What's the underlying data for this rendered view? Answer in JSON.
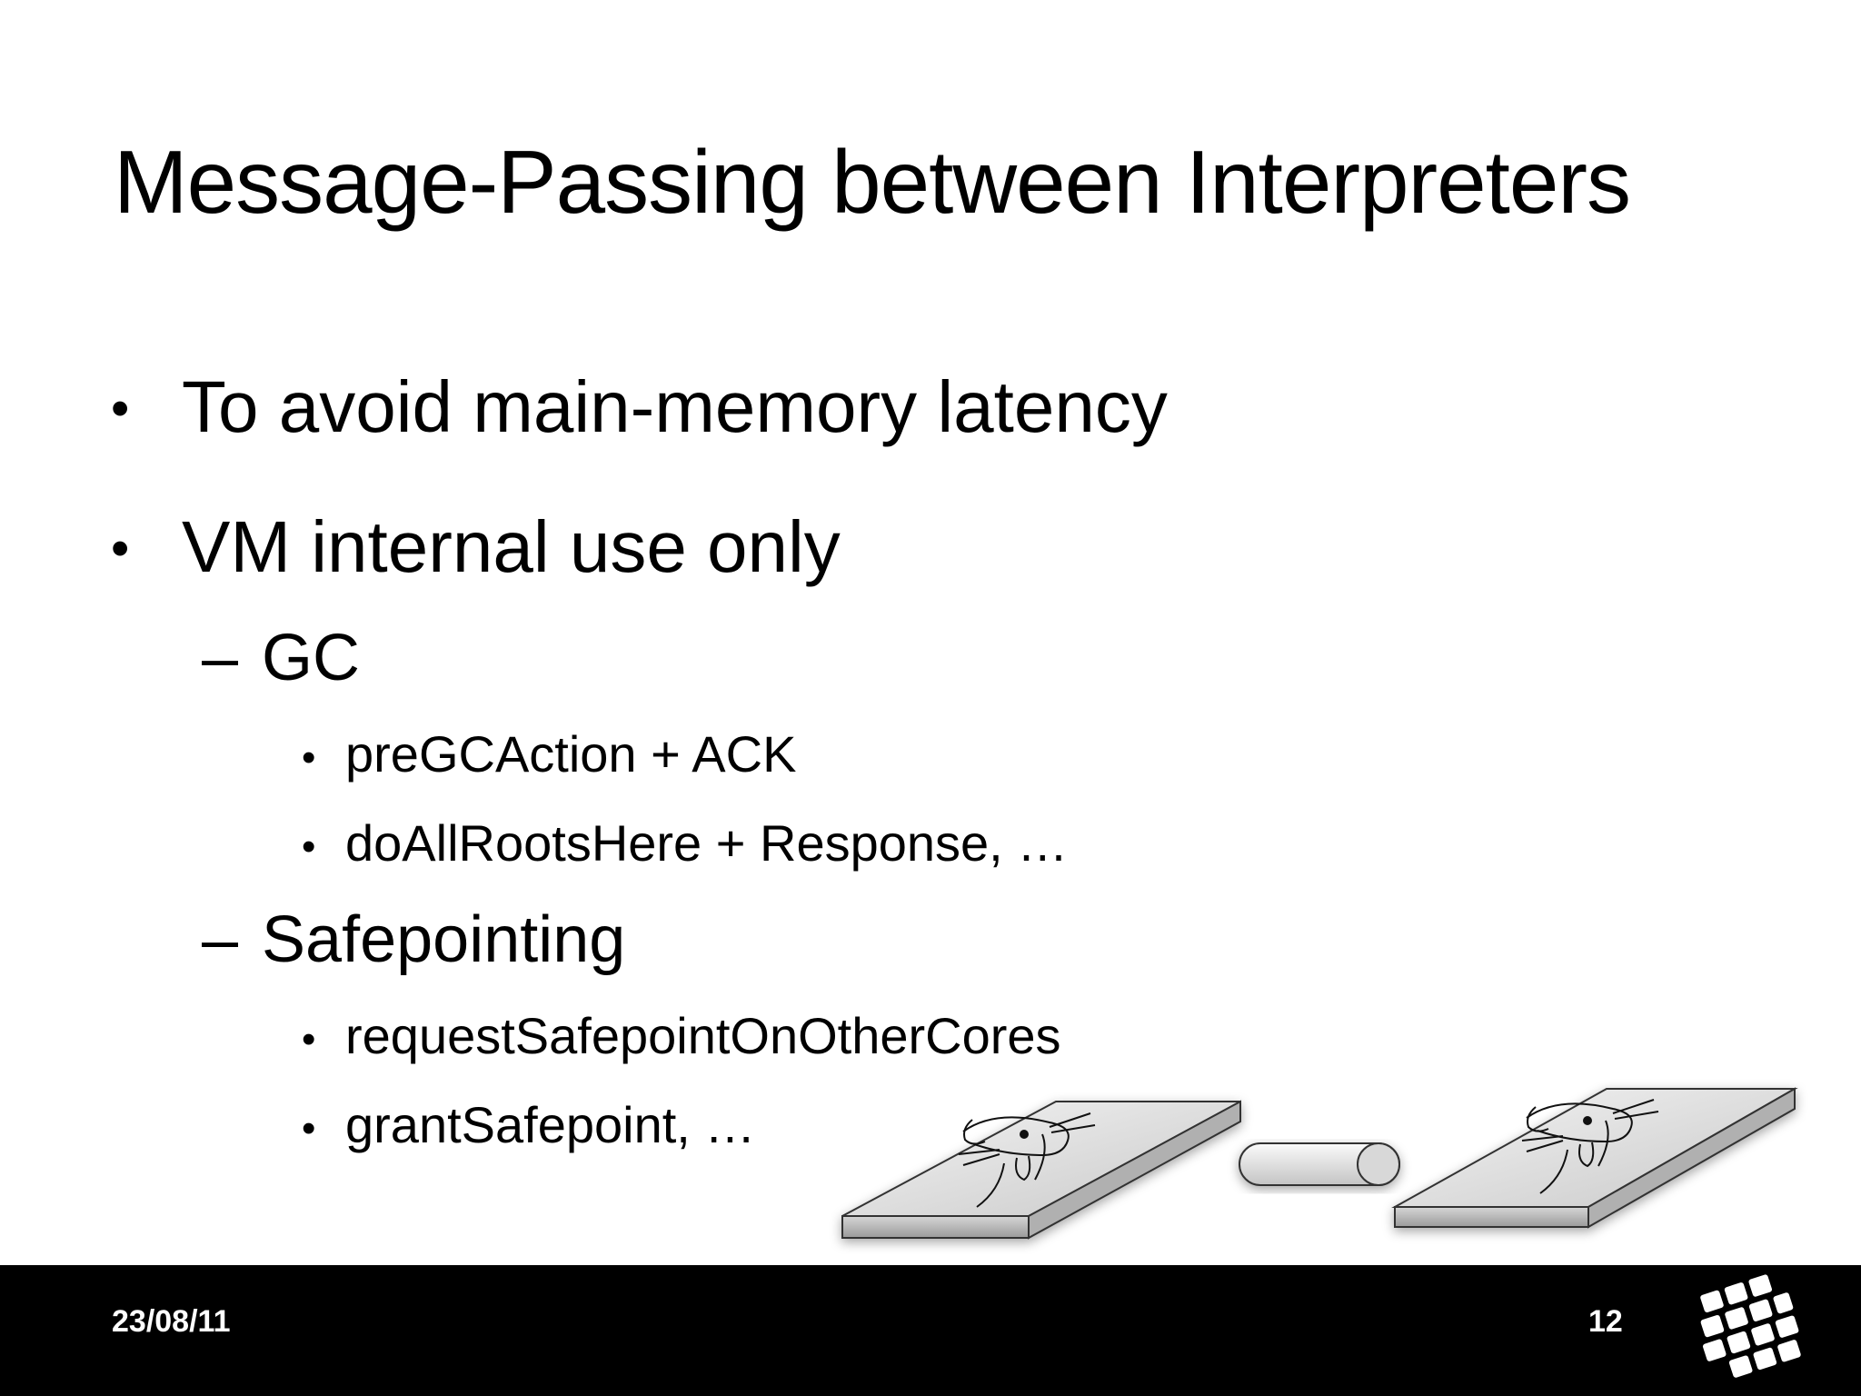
{
  "slide": {
    "title": "Message-Passing between Interpreters",
    "bullets": [
      {
        "marker": "•",
        "text": "To avoid main-memory latency"
      },
      {
        "marker": "•",
        "text": "VM internal use only"
      }
    ],
    "gc": {
      "marker": "–",
      "label": "GC",
      "items": [
        {
          "marker": "•",
          "text": "preGCAction + ACK"
        },
        {
          "marker": "•",
          "text": "doAllRootsHere  + Response, …"
        }
      ]
    },
    "safepointing": {
      "marker": "–",
      "label": "Safepointing",
      "items": [
        {
          "marker": "•",
          "text": "requestSafepointOnOtherCores"
        },
        {
          "marker": "•",
          "text": "grantSafepoint, …"
        }
      ]
    }
  },
  "footer": {
    "date": "23/08/11",
    "page_number": "12"
  },
  "colors": {
    "background": "#ffffff",
    "footer": "#000000",
    "text": "#000000",
    "footer_text": "#ffffff"
  },
  "icons": {
    "illustration": "mouse-tablet-message-icon",
    "logo": "squares-grid-logo-icon"
  }
}
